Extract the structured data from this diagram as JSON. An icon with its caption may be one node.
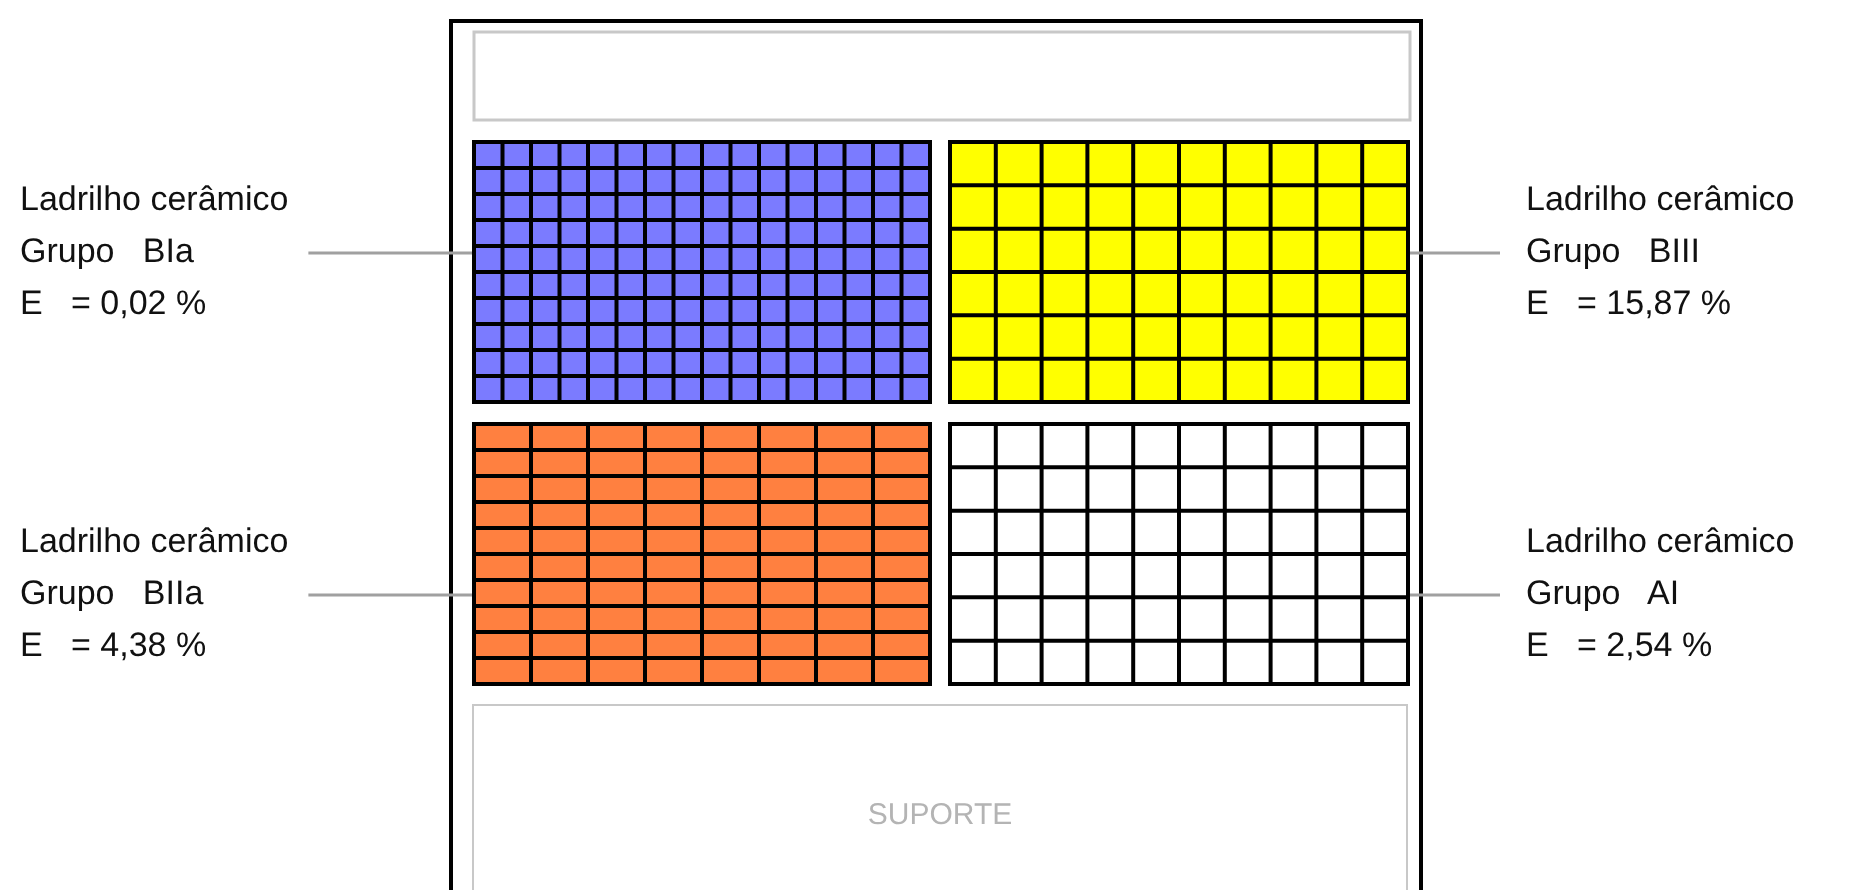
{
  "diagram": {
    "nodes": [
      {
        "text": [],
        "shape": "box"
      },
      {
        "text": [
          "Ladrilho cerâmico",
          "Grupo   BIa",
          "E   = 0,02 %"
        ]
      },
      {
        "text": [],
        "shape": "box"
      },
      {
        "text": [],
        "shape": "box"
      },
      {
        "text": [
          "Ladrilho cerâmico",
          "Grupo   BIII",
          "E   = 15,87 %"
        ]
      },
      {
        "text": [
          "Ladrilho cerâmico",
          "Grupo   BIIa",
          "E   = 4,38 %"
        ]
      },
      {
        "text": [],
        "shape": "box"
      },
      {
        "text": [],
        "shape": "box"
      },
      {
        "text": [
          "Ladrilho cerâmico",
          "Grupo   AI",
          "E   = 2,54 %"
        ]
      },
      {
        "text": [
          "SUPORTE"
        ]
      }
    ],
    "edges": [
      {
        "from": 1,
        "to": 2,
        "arrow": "none"
      },
      {
        "from": 4,
        "to": 3,
        "arrow": "none"
      },
      {
        "from": 5,
        "to": 6,
        "arrow": "none"
      },
      {
        "from": 8,
        "to": 7,
        "arrow": "none"
      }
    ]
  }
}
